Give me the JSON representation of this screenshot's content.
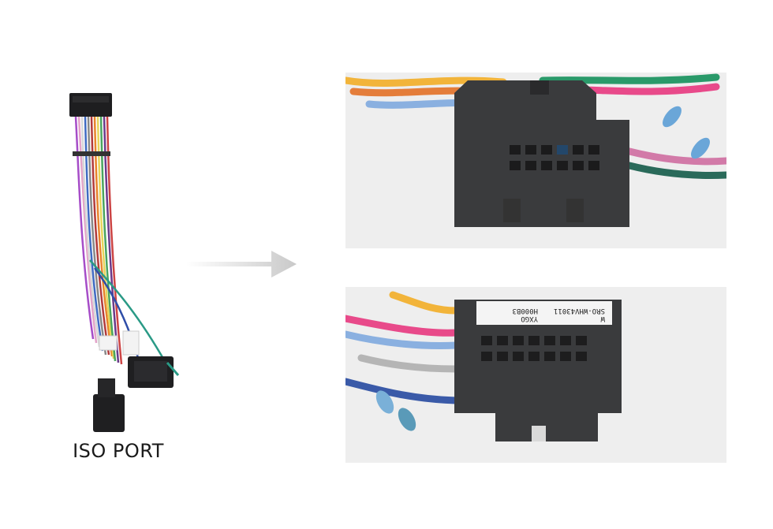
{
  "left_panel": {
    "caption": "ISO PORT"
  },
  "photos": {
    "bottom_connector_label": {
      "line1": "W",
      "line2": "SRO-WHV43011",
      "line3": "YXGO",
      "line4": "H000B3"
    }
  },
  "icons": {
    "arrow": "right-arrow-icon"
  },
  "colors": {
    "connector_body": "#3a3b3d",
    "background": "#ffffff"
  }
}
